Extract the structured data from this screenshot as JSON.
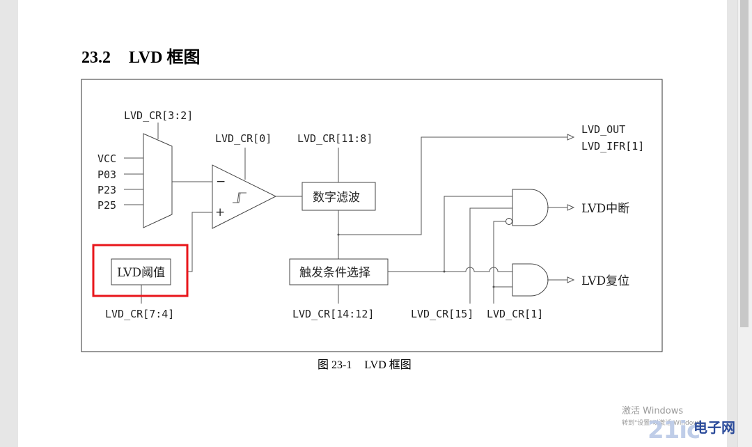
{
  "heading": {
    "number": "23.2",
    "title": "LVD 框图"
  },
  "diagram": {
    "mux": {
      "ctrl_label": "LVD_CR[3:2]",
      "inputs": [
        "VCC",
        "P03",
        "P23",
        "P25"
      ]
    },
    "comparator": {
      "ctrl_label": "LVD_CR[0]",
      "minus": "−",
      "plus": "+"
    },
    "threshold": {
      "label": "LVD阈值",
      "ctrl_label": "LVD_CR[7:4]"
    },
    "filter": {
      "label": "数字滤波",
      "ctrl_label": "LVD_CR[11:8]"
    },
    "trigger": {
      "label": "触发条件选择",
      "ctrl_label": "LVD_CR[14:12]"
    },
    "outputs": {
      "out": "LVD_OUT",
      "ifr": "LVD_IFR[1]",
      "irq": "LVD中断",
      "reset": "LVD复位"
    },
    "gate_ctrl": {
      "irq_enable": "LVD_CR[15]",
      "reset_enable": "LVD_CR[1]"
    },
    "highlight_color": "#e8161b"
  },
  "caption": {
    "figure": "图 23-1",
    "title": "LVD 框图"
  },
  "watermark": {
    "title": "激活 Windows",
    "subtitle": "转到\"设置\"以激活 Windows。"
  },
  "site_logo": {
    "mark": "21ic",
    "name": "电子网"
  }
}
